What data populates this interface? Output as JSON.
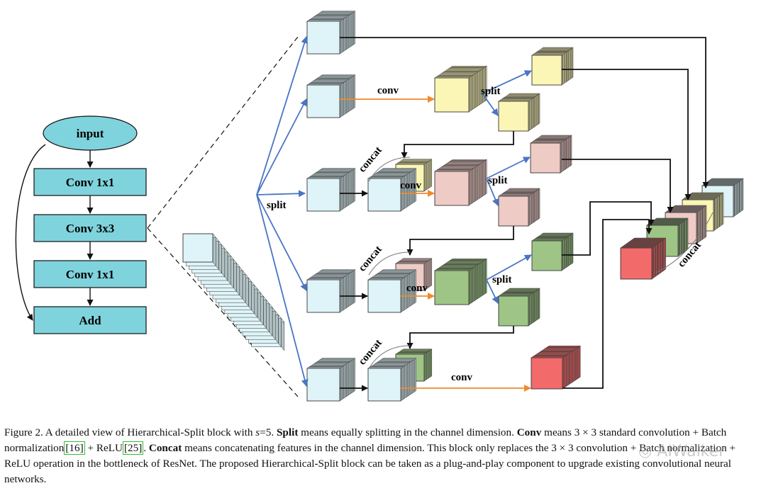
{
  "flowchart": {
    "input": "input",
    "conv1": "Conv 1x1",
    "conv3": "Conv 3x3",
    "conv1b": "Conv 1x1",
    "add": "Add"
  },
  "labels": {
    "split_main": "split",
    "split": "split",
    "conv": "conv",
    "concat": "concat"
  },
  "colors": {
    "box_fill": "#7fd3dd",
    "cyan": "#dff4f8",
    "yellow": "#fbf6b5",
    "pink": "#efcbc6",
    "green": "#9fc586",
    "red": "#f26a6a",
    "arrow_blue": "#4a74c4",
    "arrow_orange": "#f08a2c"
  },
  "caption": {
    "prefix": "Figure 2. A detailed view of Hierarchical-Split block with ",
    "s_var": "s",
    "s_val": "=5. ",
    "split_bold": "Split",
    "split_text": " means equally splitting in the channel dimension. ",
    "conv_bold": "Conv",
    "conv_text": " means 3 × 3 standard convolution + Batch normalization",
    "ref1": "[16]",
    "mid": " + ReLU",
    "ref2": "[25]",
    "dot": ". ",
    "concat_bold": "Concat",
    "concat_text": " means concatenating features in the channel dimension. This block only replaces the 3 × 3 convolution + Batch normalization + ReLU operation in the bottleneck of ResNet. The proposed Hierarchical-Split block can be taken as a plug-and-play component to upgrade existing convolutional neural networks."
  },
  "watermark": "AIWalker"
}
